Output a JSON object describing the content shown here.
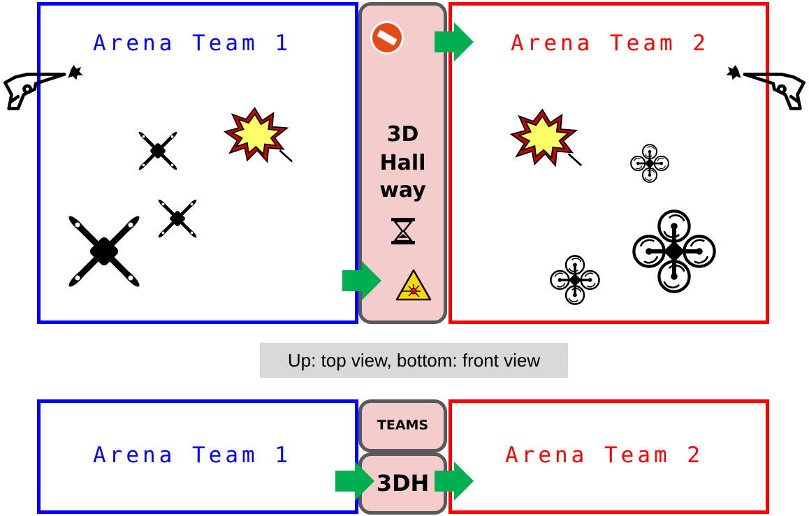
{
  "top_view": {
    "arena_left": {
      "title": "Arena Team 1",
      "color": "#0000ff"
    },
    "arena_right": {
      "title": "Arena Team 2",
      "color": "#ff0000"
    },
    "hallway_lines": [
      "3D",
      "Hall",
      "way"
    ],
    "icons": [
      "no-entry-icon",
      "hourglass-icon",
      "laser-warning-icon",
      "explosion-icon",
      "drone-icon",
      "revolver-icon",
      "arrow-right-icon"
    ]
  },
  "caption": "Up: top view, bottom: front view",
  "front_view": {
    "arena_left": {
      "title": "Arena Team 1"
    },
    "arena_right": {
      "title": "Arena Team 2"
    },
    "top_box_label": "TEAMS",
    "bottom_box_label": "3DH"
  },
  "colors": {
    "arrow": "#00b050",
    "hall_fill": "#f4cccc",
    "hall_border": "#595959",
    "team1": "#0000ff",
    "team2": "#ff0000"
  }
}
